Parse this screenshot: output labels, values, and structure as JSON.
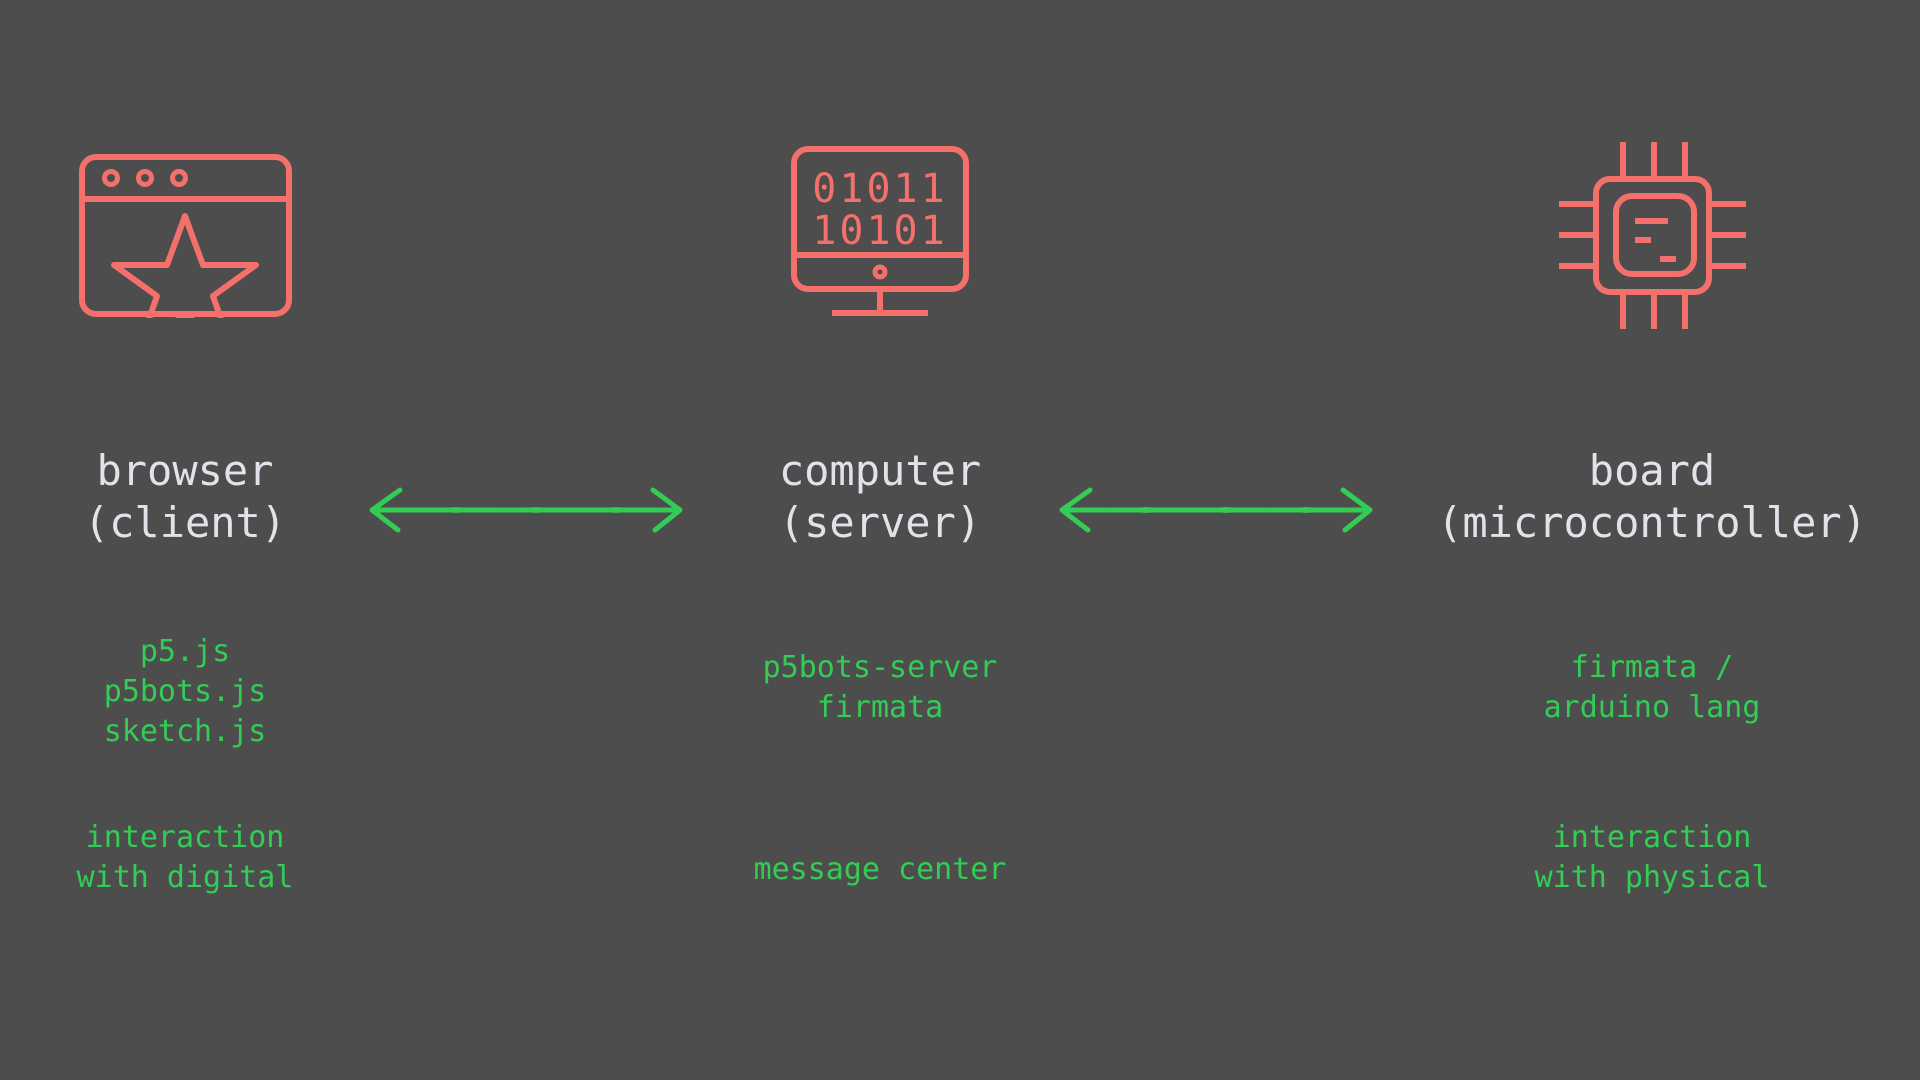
{
  "theme": {
    "background": "#4d4d4d",
    "icon_color": "#f4706b",
    "title_color": "#e2e2ea",
    "accent_green": "#33cc55"
  },
  "diagram": {
    "type": "three-tier-architecture",
    "nodes": [
      {
        "id": "browser",
        "icon": "browser-window-star-icon",
        "title_line1": "browser",
        "title_line2": "(client)",
        "libraries": "p5.js\np5bots.js\nsketch.js",
        "role": "interaction\nwith digital"
      },
      {
        "id": "computer",
        "icon": "monitor-binary-icon",
        "title_line1": "computer",
        "title_line2": "(server)",
        "libraries": "p5bots-server\nfirmata",
        "role": "message center"
      },
      {
        "id": "board",
        "icon": "microchip-icon",
        "title_line1": "board",
        "title_line2": "(microcontroller)",
        "libraries": "firmata /\narduino lang",
        "role": "interaction\nwith physical"
      }
    ],
    "connections": [
      {
        "id": "browser-computer",
        "from": "browser",
        "to": "computer",
        "style": "double-headed-arrow",
        "label": ""
      },
      {
        "id": "computer-board",
        "from": "computer",
        "to": "board",
        "style": "double-headed-arrow",
        "label": ""
      }
    ],
    "icon_details": {
      "monitor_binary_row1": "01011",
      "monitor_binary_row2": "10101"
    }
  }
}
